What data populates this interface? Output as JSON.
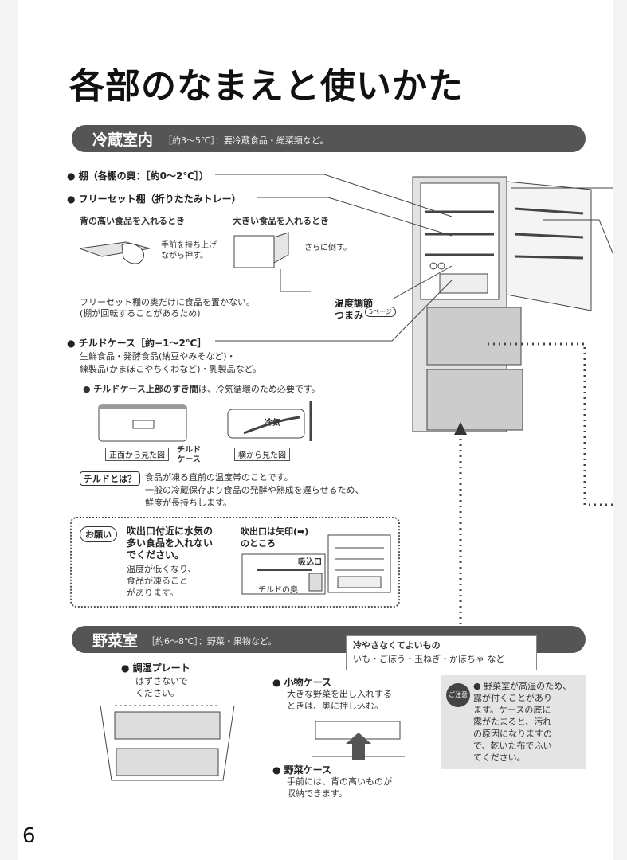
{
  "title": "各部のなまえと使いかた",
  "page_number": "6",
  "fridge_section": {
    "heading": "冷蔵室内",
    "sub": "［約3〜5℃］：要冷蔵食品・総菜類など。",
    "shelf": "● 棚（各棚の奥：［約0〜2℃］）",
    "freeset": "● フリーセット棚（折りたたみトレー）",
    "tall_title": "背の高い食品を入れるとき",
    "tall_note": "手前を持ち上げ\nながら押す。",
    "big_title": "大きい食品を入れるとき",
    "big_note": "さらに倒す。",
    "freeset_note1": "フリーセット棚の奥だけに食品を置かない。",
    "freeset_note2": "(棚が回転することがあるため)",
    "temp_knob1": "温度調節",
    "temp_knob2": "つまみ",
    "temp_ref": "5ページ",
    "chilled": "● チルドケース［約−1〜2℃］",
    "chilled_desc1": "生鮮食品・発酵食品(納豆やみそなど)・",
    "chilled_desc2": "練製品(かまぼこやちくわなど)・乳製品など。",
    "gap_note_bold": "● チルドケース上部のすき間",
    "gap_note_rest": "は、冷気循環のため必要です。",
    "front_view": "正面から見た図",
    "side_view": "横から見た図",
    "chilled_case_label": "チルド\nケース",
    "cold_air": "冷気",
    "what_is_chilled": "チルドとは？",
    "chilled_expl1": "食品が凍る直前の温度帯のことです。",
    "chilled_expl2": "一般の冷蔵保存より食品の発酵や熟成を遅らせるため、",
    "chilled_expl3": "鮮度が長持ちします。",
    "request_tag": "お願い",
    "request_bold": "吹出口付近に水気の\n多い食品を入れない\nでください。",
    "request_text": "温度が低くなり、\n食品が凍ること\nがあります。",
    "outlet_note": "吹出口は矢印(➡)\nのところ",
    "intake": "吸込口",
    "chilled_back": "チルドの奥"
  },
  "veg_section": {
    "heading": "野菜室",
    "sub": "［約6〜8℃］：野菜・果物など。",
    "callout_title": "冷やさなくてよいもの",
    "callout_text": "いも・ごぼう・玉ねぎ・かぼちゃ など",
    "humidity_plate": "● 調湿プレート",
    "humidity_note": "はずさないで\nください。",
    "small_case": "● 小物ケース",
    "small_case_note": "大きな野菜を出し入れする\nときは、奥に押し込む。",
    "veg_case": "● 野菜ケース",
    "veg_case_note": "手前には、背の高いものが\n収納できます。",
    "caution_tag": "ご注意",
    "caution_text": "● 野菜室が高湿のため、\n露が付くことがあり\nます。ケースの底に\n露がたまると、汚れ\nの原因になりますの\nで、乾いた布でふい\nてください。"
  }
}
